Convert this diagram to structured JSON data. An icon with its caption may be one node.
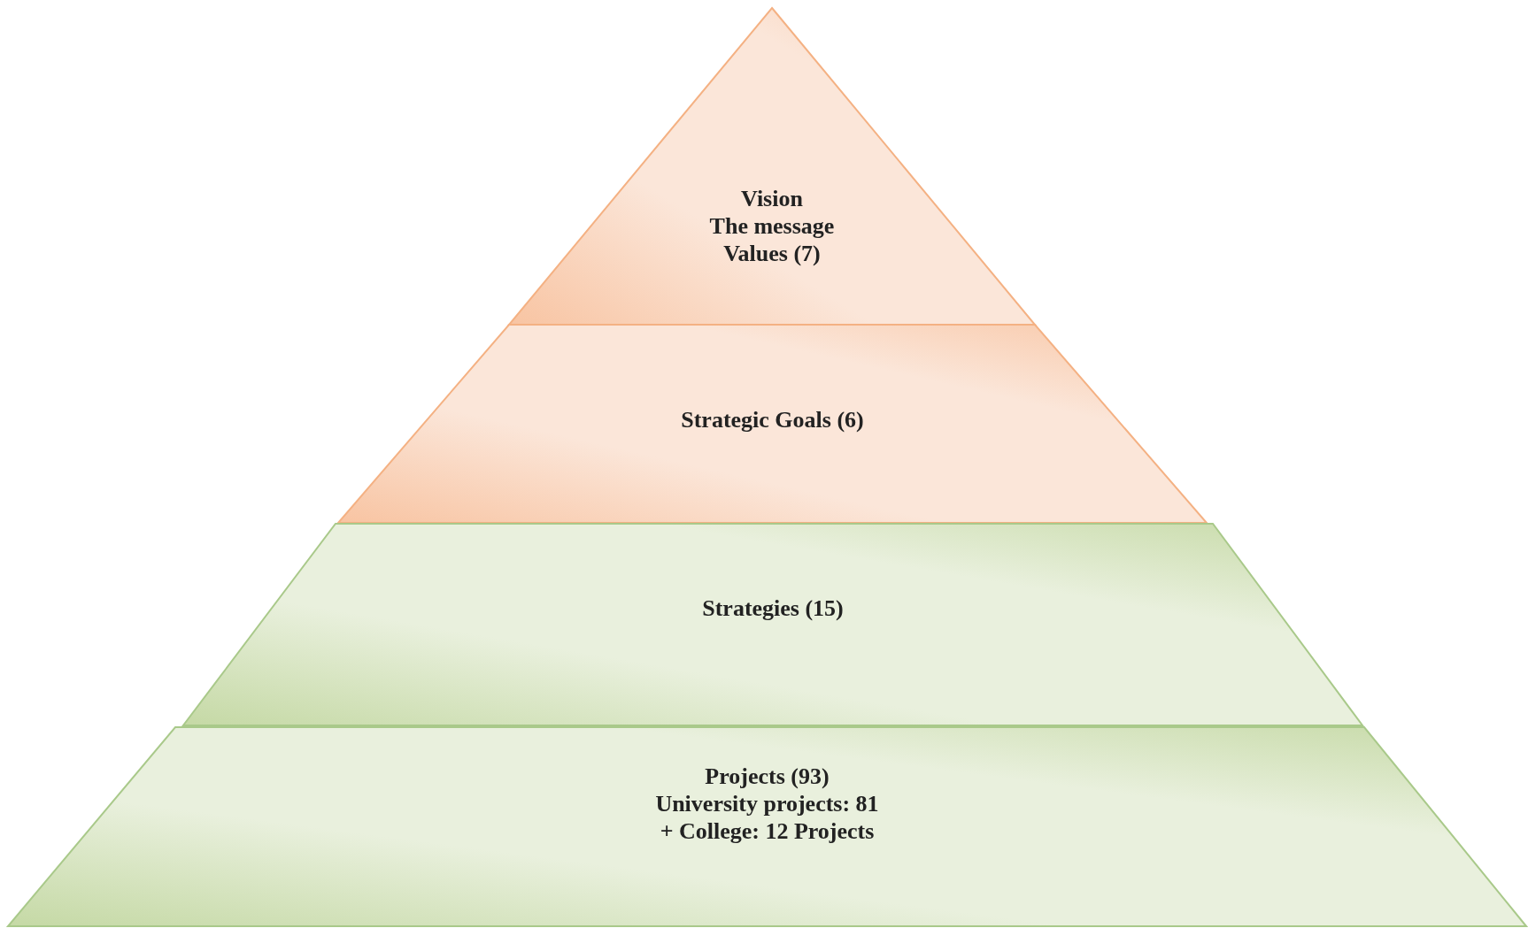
{
  "diagram": {
    "nodes": [
      {
        "text": [
          "Vision",
          "The message",
          "Values (7)"
        ]
      },
      {
        "text": [
          "Strategic Goals (6)"
        ]
      },
      {
        "text": [
          "Strategies (15)"
        ]
      },
      {
        "text": [
          "Projects (93)",
          "University projects: 81",
          "+ College: 12 Projects"
        ]
      }
    ]
  }
}
